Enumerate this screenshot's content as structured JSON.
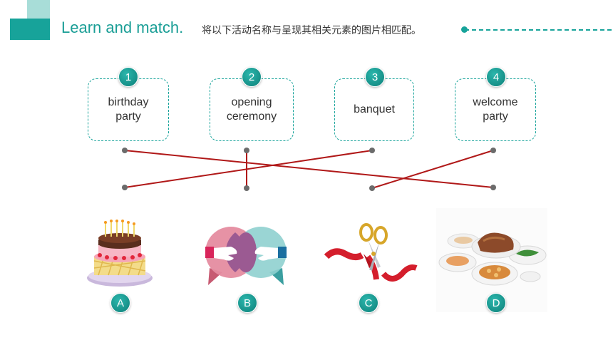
{
  "header": {
    "title": "Learn and match.",
    "instruction": "将以下活动名称与呈现其相关元素的图片相匹配。"
  },
  "activities": [
    {
      "number": "1",
      "label_line1": "birthday",
      "label_line2": "party"
    },
    {
      "number": "2",
      "label_line1": "opening",
      "label_line2": "ceremony"
    },
    {
      "number": "3",
      "label_line1": "banquet",
      "label_line2": ""
    },
    {
      "number": "4",
      "label_line1": "welcome",
      "label_line2": "party"
    }
  ],
  "pictures": [
    {
      "letter": "A",
      "icon": "birthday-cake-icon"
    },
    {
      "letter": "B",
      "icon": "handshake-speech-bubbles-icon"
    },
    {
      "letter": "C",
      "icon": "scissors-ribbon-icon"
    },
    {
      "letter": "D",
      "icon": "banquet-dishes-icon"
    }
  ],
  "matches": [
    {
      "activity": "1",
      "picture": "D"
    },
    {
      "activity": "2",
      "picture": "B"
    },
    {
      "activity": "3",
      "picture": "A"
    },
    {
      "activity": "4",
      "picture": "C"
    }
  ],
  "colors": {
    "accent": "#17a39a",
    "match_line": "#b01818",
    "dot": "#6b6b6b"
  }
}
